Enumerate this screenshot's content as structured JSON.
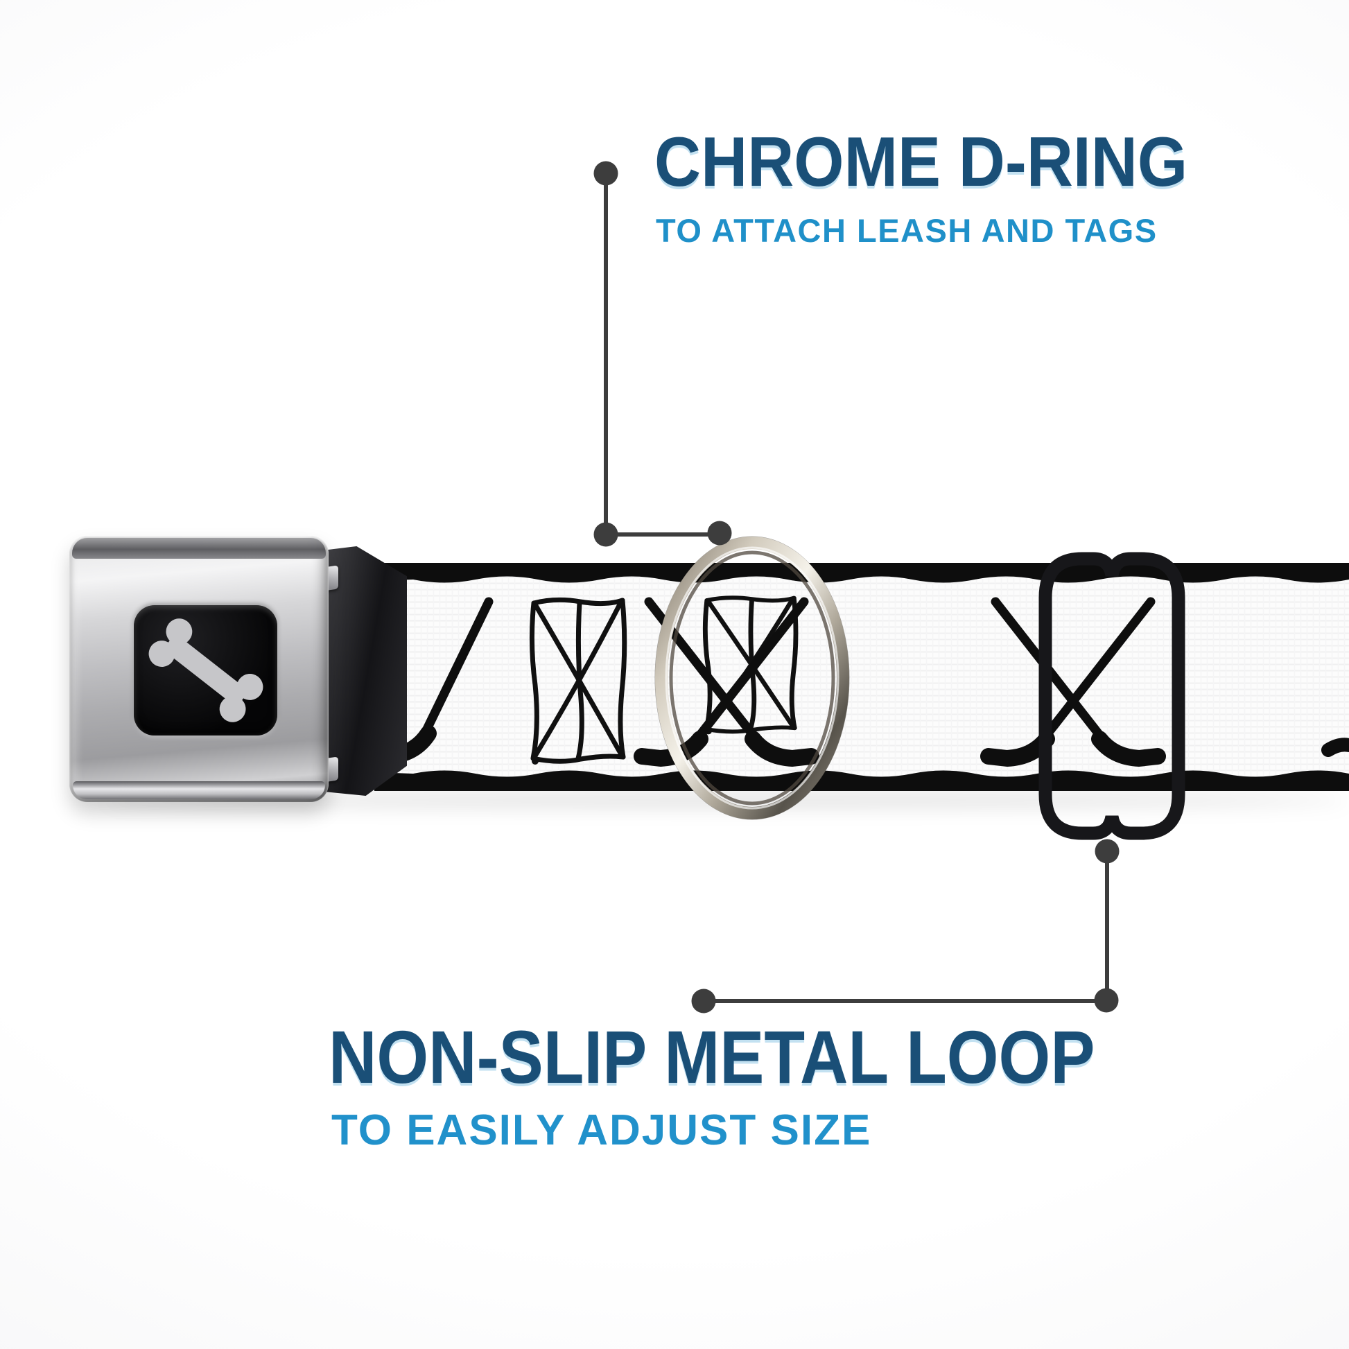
{
  "background_color": "#ffffff",
  "connector": {
    "color": "#3d3d3d"
  },
  "callouts": {
    "top": {
      "title": "CHROME D-RING",
      "subtitle": "TO ATTACH LEASH AND TAGS",
      "title_color": "#1a4f77",
      "subtitle_color": "#1f90c9"
    },
    "bottom": {
      "title": "NON-SLIP METAL LOOP",
      "subtitle": "TO EASILY ADJUST SIZE",
      "title_color": "#1a4f77",
      "subtitle_color": "#2191cb"
    }
  },
  "product": {
    "buckle_logo_icon": "dog-bone-icon",
    "strap_pattern_icons": [
      "crossed-hockey-sticks-icon",
      "hockey-goal-net-icon"
    ],
    "hardware": [
      "seatbelt-buckle",
      "chrome-d-ring",
      "black-adjuster-loop"
    ],
    "colors": {
      "strap_white": "#fbfbfb",
      "strap_black": "#0d0d0d",
      "bone_gray": "#c6c6c9",
      "loop_black": "#17171a",
      "chrome_light": "#f5f2ea",
      "chrome_dark": "#6b665e"
    }
  }
}
